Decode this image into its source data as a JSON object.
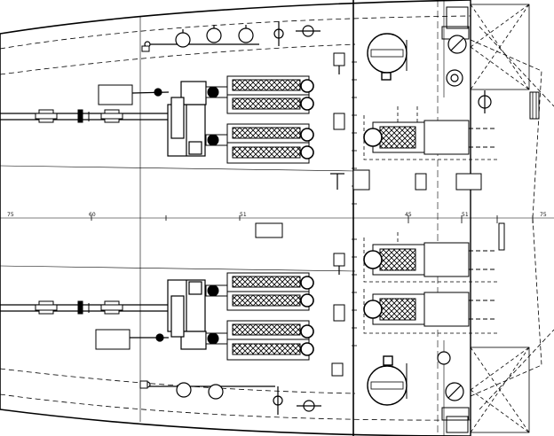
{
  "drawing": {
    "frame_labels": [
      {
        "id": "frame-75-left",
        "text": "75"
      },
      {
        "id": "frame-60-left",
        "text": "60"
      },
      {
        "id": "frame-51-left",
        "text": "51"
      },
      {
        "id": "frame-51-right",
        "text": "51"
      },
      {
        "id": "frame-45",
        "text": "45"
      },
      {
        "id": "frame-75-right",
        "text": "75"
      }
    ]
  }
}
